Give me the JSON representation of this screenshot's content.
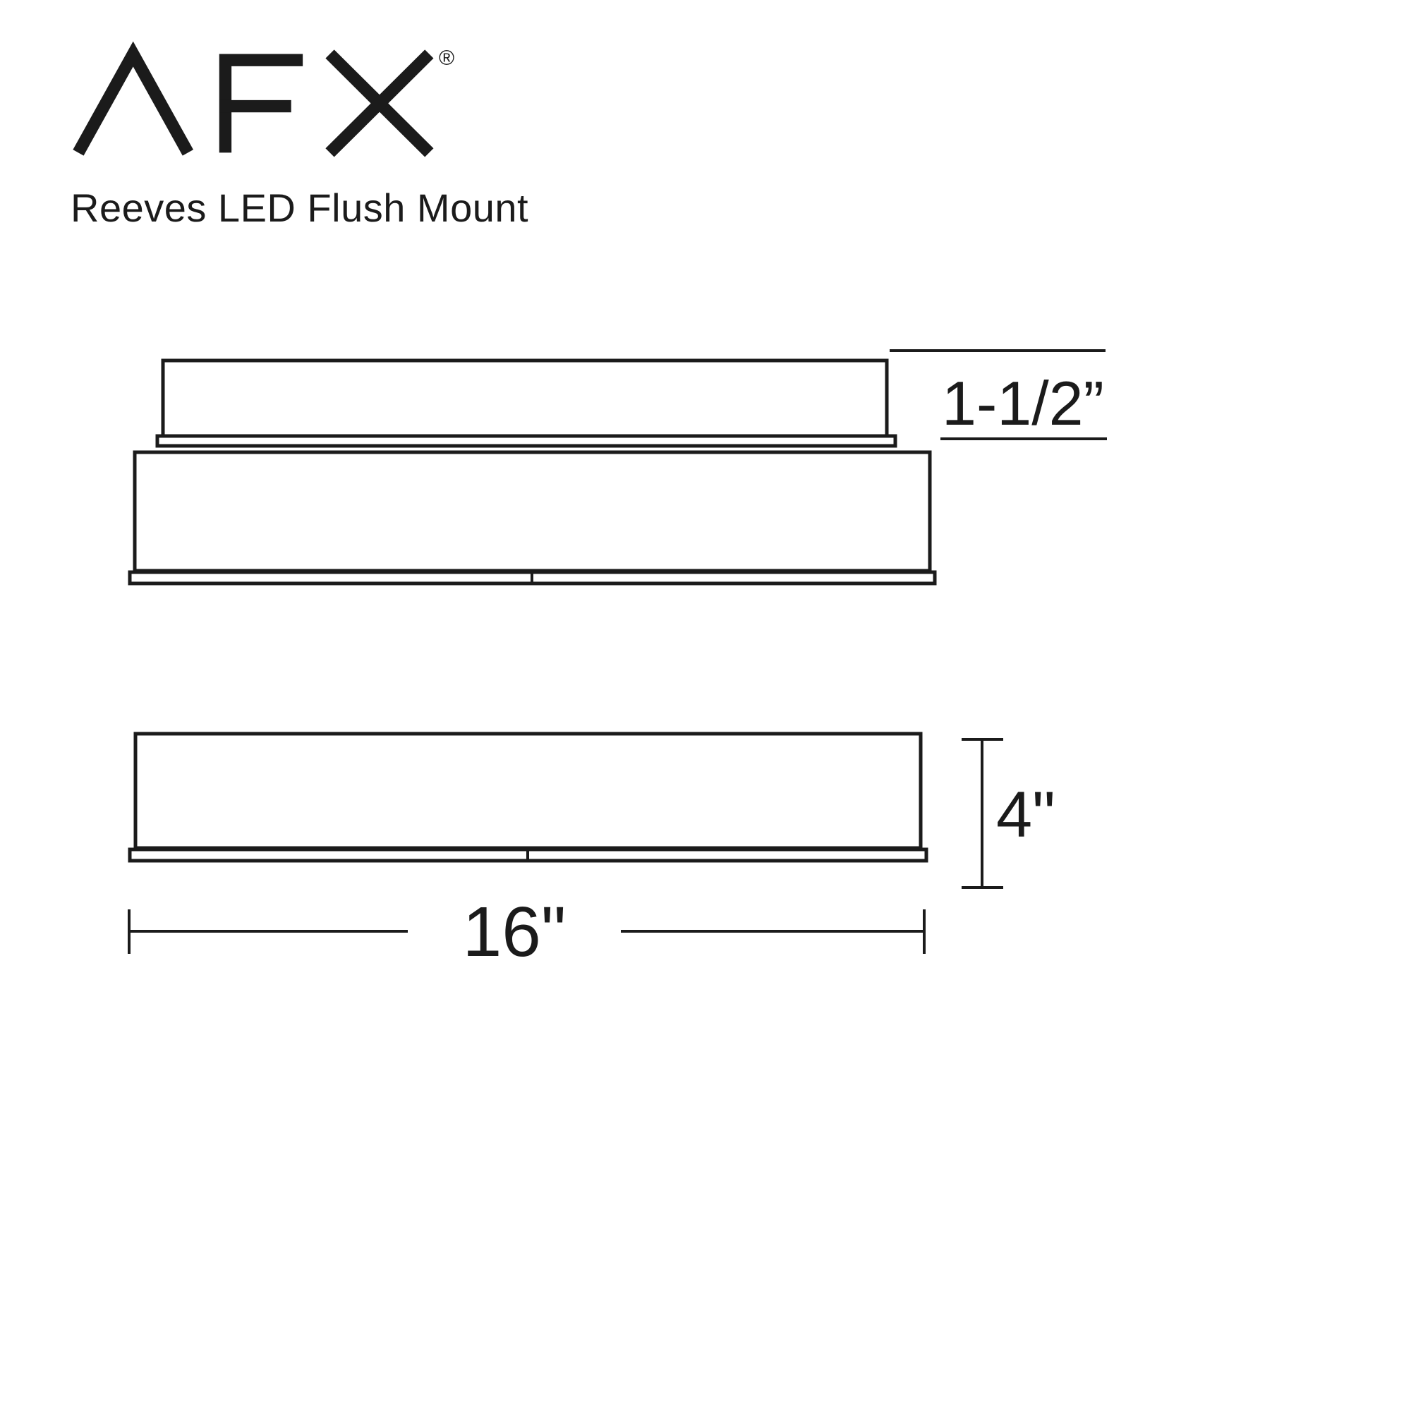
{
  "brand": {
    "logo_text": "AFX",
    "registered_mark": "®"
  },
  "product": {
    "title": "Reeves LED Flush Mount"
  },
  "diagram": {
    "type": "dimension-drawing",
    "dimensions": {
      "canopy_height": "1-1/2”",
      "fixture_height": "4\"",
      "fixture_width": "16\""
    }
  },
  "colors": {
    "line": "#1b1b1b",
    "background": "#ffffff"
  }
}
